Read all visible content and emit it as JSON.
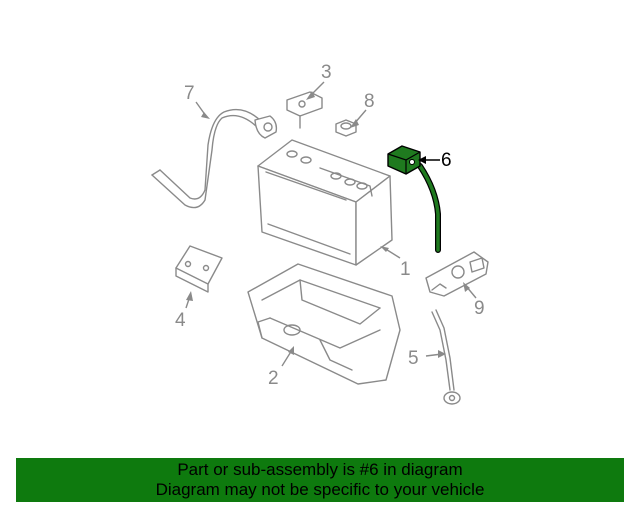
{
  "diagram": {
    "highlight_color": "#1f7a1f",
    "highlighted_part": "6",
    "callouts": [
      "1",
      "2",
      "3",
      "4",
      "5",
      "6",
      "7",
      "8",
      "9"
    ]
  },
  "banner": {
    "line1": "Part or sub-assembly is #6 in diagram",
    "line2": "Diagram may not be specific to your vehicle",
    "background": "#0e7a0e"
  }
}
